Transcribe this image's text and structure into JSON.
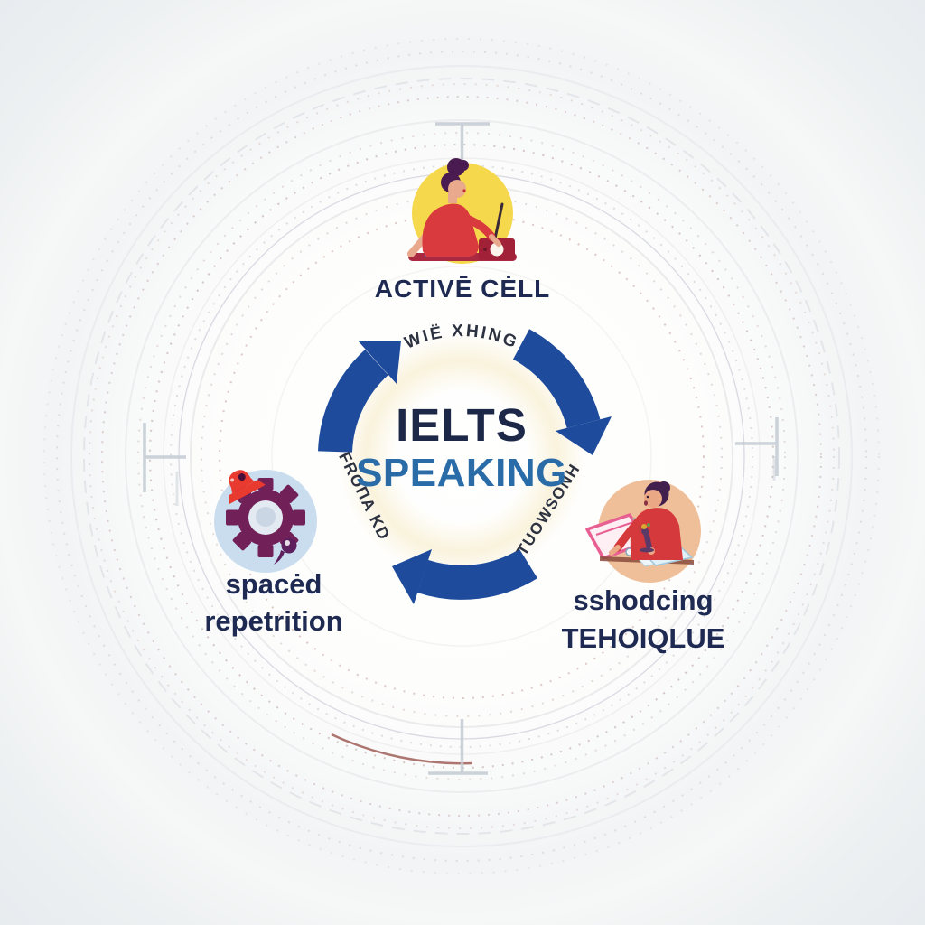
{
  "title": "IELTS Speaking study cycle infographic",
  "center": {
    "line1": "IELTS",
    "line2": "SPEAKING"
  },
  "ring_labels": {
    "top_curved": "WIË XHING",
    "left_rotated": "FROΠA KD",
    "right_rotated": "TUOWSONH"
  },
  "nodes": {
    "top": {
      "label": "ACTIVĒ CĖLL",
      "icon": "woman-listening-radio"
    },
    "left": {
      "label_line1": "spacėd",
      "label_line2": "repetrition",
      "icon": "gear-with-alarm-bell"
    },
    "right": {
      "label_line1": "sshodcing",
      "label_line2": "TEHOIQLUE",
      "icon": "man-writing-at-desk"
    }
  },
  "colors": {
    "arrow": "#1e4b9c",
    "center-line1": "#1d2849",
    "center-line2": "#2a6ca8",
    "node-label": "#1e2a52",
    "ring-label": "#2d3240",
    "node-top-bg": "#f6d84d",
    "node-left-bg": "#c9ddef",
    "node-right-bg": "#efbf99",
    "marker": "#c3cad2",
    "accent-red": "#d93a3e",
    "accent-purple": "#722058",
    "dotted-ring": "#c2998f"
  }
}
